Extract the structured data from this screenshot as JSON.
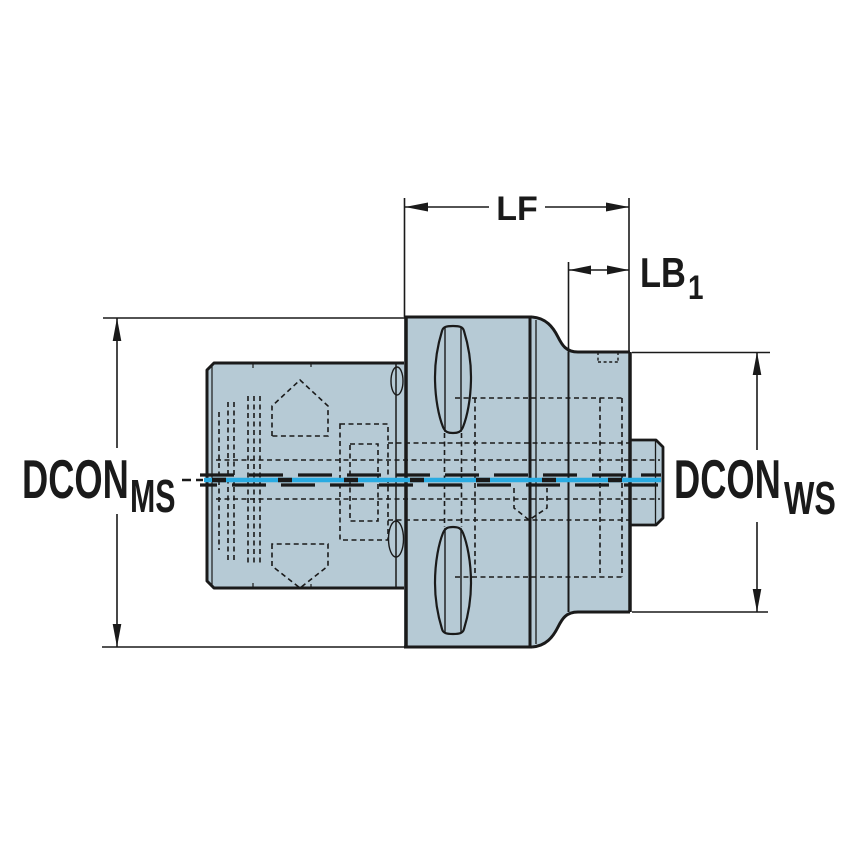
{
  "drawing": {
    "description": "Adapter coupling technical drawing, front cross-section view",
    "labels": {
      "lf": "LF",
      "lb_base": "LB",
      "lb_sub": "1",
      "dcon_left_base": "DCON",
      "dcon_left_sub": "MS",
      "dcon_right_base": "DCON",
      "dcon_right_sub": "WS"
    },
    "colors": {
      "body_fill": "#b6cad5",
      "outline": "#1a1a1a",
      "centerline_cyan": "#29abe2",
      "background": "#ffffff"
    }
  }
}
